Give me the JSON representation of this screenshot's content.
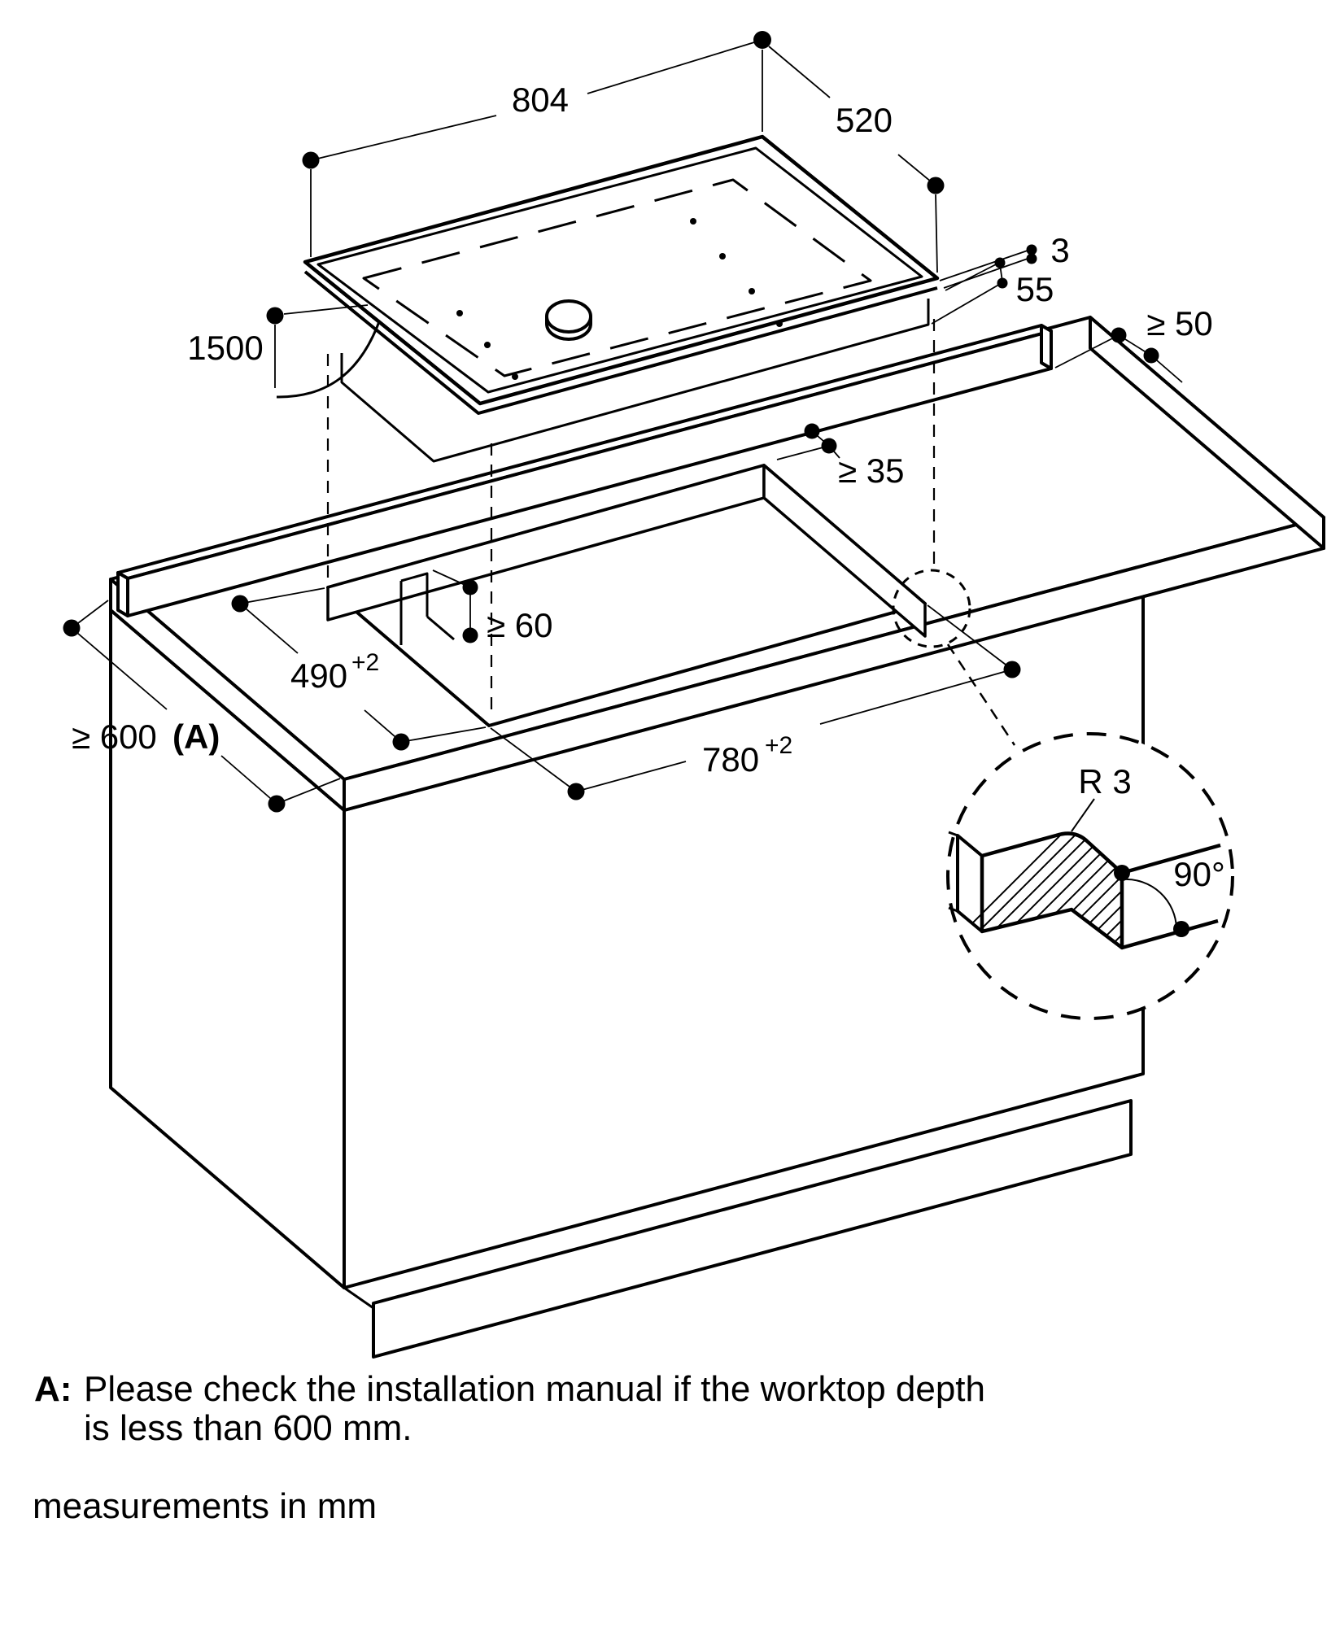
{
  "diagram": {
    "labels": {
      "dim_804": "804",
      "dim_520": "520",
      "dim_3": "3",
      "dim_55": "55",
      "dim_min50": "≥ 50",
      "dim_1500": "1500",
      "dim_min35": "≥ 35",
      "dim_min60": "≥ 60",
      "dim_490": "490",
      "dim_490_tol": "+2",
      "dim_780": "780",
      "dim_780_tol": "+2",
      "dim_min600": "≥ 600",
      "dim_min600_ref": "(A)",
      "radius": "R 3",
      "angle": "90°"
    },
    "footnote": {
      "ref": "A:",
      "line1": "Please check the installation manual if the worktop depth",
      "line2": "is less than 600 mm."
    },
    "units": "measurements in mm",
    "colors": {
      "line": "#000000",
      "background": "#ffffff"
    }
  }
}
